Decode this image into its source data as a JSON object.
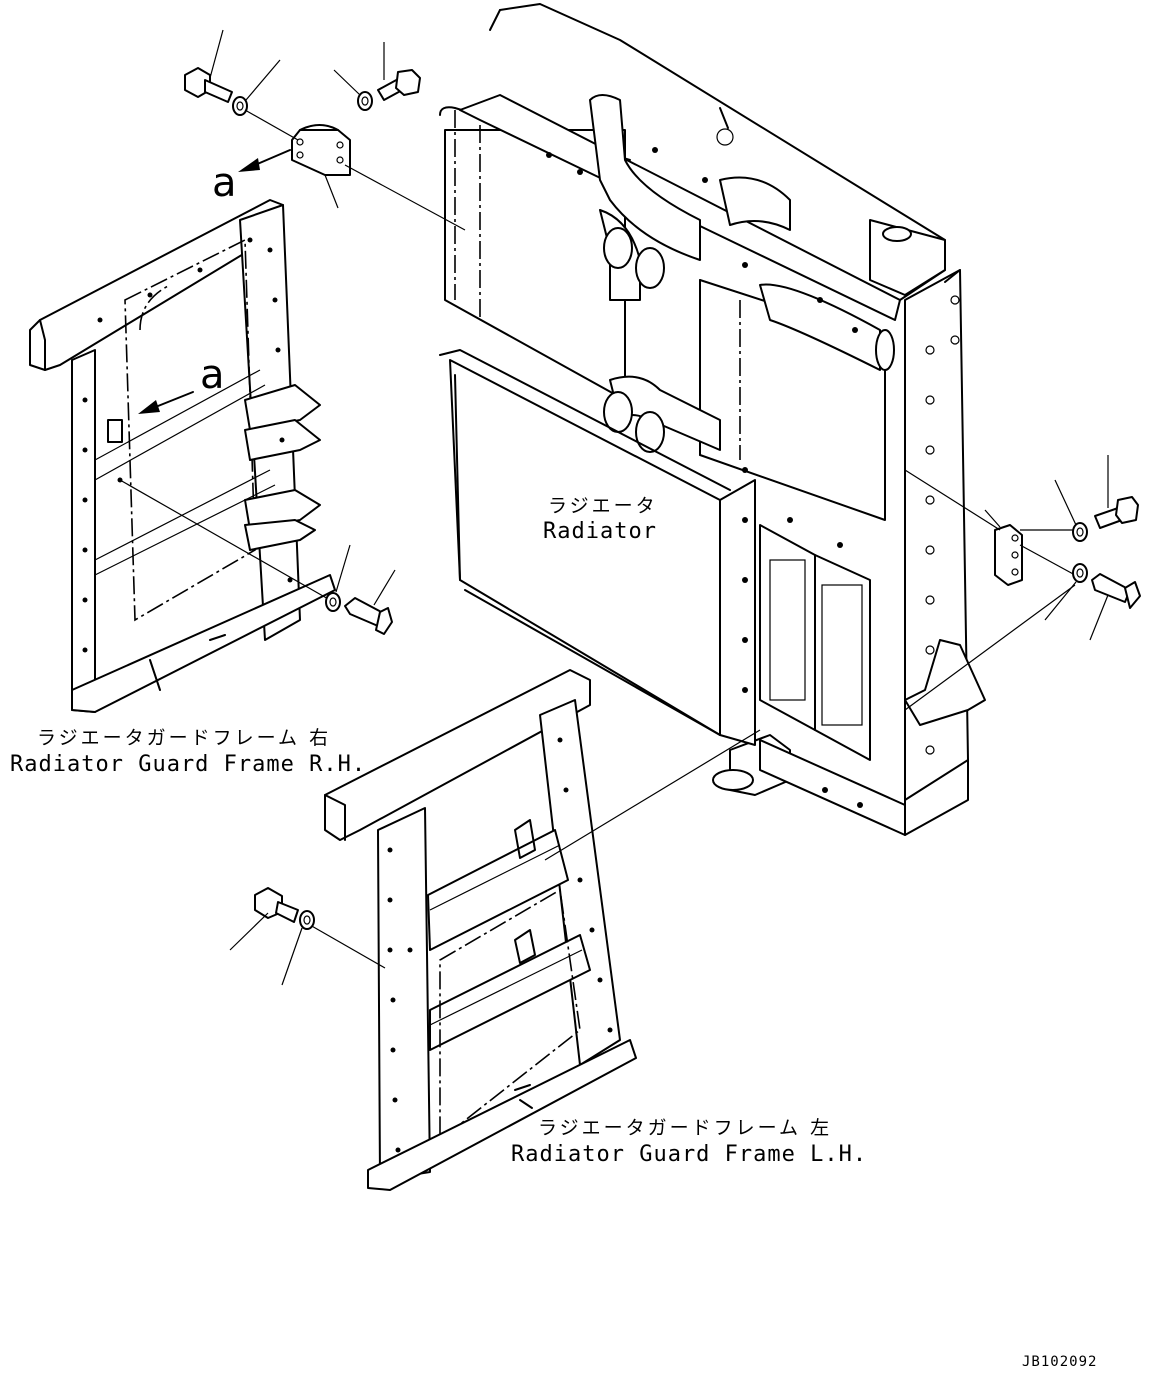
{
  "labels": {
    "radiator_jp": "ラジエータ",
    "radiator_en": "Radiator",
    "frame_rh_jp": "ラジエータガードフレーム 右",
    "frame_rh_en": "Radiator Guard Frame R.H.",
    "frame_lh_jp": "ラジエータガードフレーム 左",
    "frame_lh_en": "Radiator Guard Frame L.H."
  },
  "callouts": {
    "detail_a_top": "a",
    "detail_a_frame": "a"
  },
  "drawing_code": "JB102092"
}
